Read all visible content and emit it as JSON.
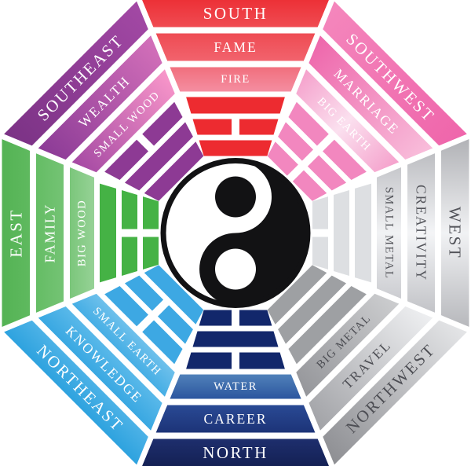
{
  "diagram": {
    "type": "feng-shui-bagua-octagon",
    "background_color": "#FFFFFF",
    "divider_color": "#FFFFFF",
    "center": {
      "symbol": "yin-yang",
      "dark_color": "#121214",
      "light_color": "#FFFFFF"
    },
    "rings": {
      "outer_meaning": "compass direction",
      "middle_meaning": "life aspiration",
      "inner_meaning": "element"
    },
    "directions": [
      {
        "id": "south",
        "angle_deg": 0,
        "text_rotation_deg": 0,
        "compass_label": "SOUTH",
        "aspiration_label": "FAME",
        "element_label": "FIRE",
        "trigram_icon": "trigram-li-fire",
        "trigram_lines_outer_to_inner": [
          "solid",
          "broken",
          "solid"
        ],
        "text_color": "#FFFFFF",
        "bands": {
          "outer": {
            "axis": "r",
            "stops": [
              "#EC2D33",
              "#F04E55"
            ]
          },
          "middle": {
            "axis": "r",
            "stops": [
              "#EE4950",
              "#F26570"
            ]
          },
          "inner": {
            "axis": "r",
            "stops": [
              "#F06B79",
              "#F591A5"
            ]
          },
          "trigram": "#ED2B30"
        }
      },
      {
        "id": "southwest",
        "angle_deg": 45,
        "text_rotation_deg": 45,
        "compass_label": "SOUTHWEST",
        "aspiration_label": "MARRIAGE",
        "element_label": "BIG EARTH",
        "trigram_icon": "trigram-kun-earth",
        "trigram_lines_outer_to_inner": [
          "broken",
          "broken",
          "broken"
        ],
        "text_color": "#FFFFFF",
        "bands": {
          "outer": {
            "axis": "t",
            "stops": [
              "#F486BC",
              "#EF66AB"
            ]
          },
          "middle": {
            "axis": "t",
            "stops": [
              "#EE68AC",
              "#F8BCDA"
            ]
          },
          "inner": {
            "axis": "t",
            "stops": [
              "#F5A3CD",
              "#FBE0EF",
              "#F5A3CD"
            ]
          },
          "trigram": "#F287BF"
        }
      },
      {
        "id": "west",
        "angle_deg": 90,
        "text_rotation_deg": 90,
        "compass_label": "WEST",
        "aspiration_label": "CREATIVITY",
        "element_label": "SMALL METAL",
        "trigram_icon": "trigram-dui-lake",
        "trigram_lines_outer_to_inner": [
          "solid",
          "solid",
          "broken"
        ],
        "text_color": "#54555B",
        "bands": {
          "outer": {
            "axis": "t",
            "stops": [
              "#B3B4B8",
              "#F1F2F4",
              "#B9BABE"
            ]
          },
          "middle": {
            "axis": "t",
            "stops": [
              "#BFC0C4",
              "#F4F5F7",
              "#C4C5C9"
            ]
          },
          "inner": {
            "axis": "t",
            "stops": [
              "#C8C9CD",
              "#F1F2F4",
              "#CDCED2"
            ]
          },
          "trigram": "#DDDFE2"
        }
      },
      {
        "id": "northwest",
        "angle_deg": 135,
        "text_rotation_deg": -45,
        "compass_label": "NORTHWEST",
        "aspiration_label": "TRAVEL",
        "element_label": "BIG METAL",
        "trigram_icon": "trigram-qian-heaven",
        "trigram_lines_outer_to_inner": [
          "solid",
          "solid",
          "solid"
        ],
        "text_color": "#4D4E54",
        "bands": {
          "outer": {
            "axis": "t",
            "stops": [
              "#E3E4E6",
              "#8F9094"
            ]
          },
          "middle": {
            "axis": "t",
            "stops": [
              "#EDEEF0",
              "#A3A4A8"
            ]
          },
          "inner": {
            "axis": "t",
            "stops": [
              "#CBCCCE",
              "#96979B"
            ]
          },
          "trigram": "#9EA0A3"
        }
      },
      {
        "id": "north",
        "angle_deg": 180,
        "text_rotation_deg": 0,
        "compass_label": "NORTH",
        "aspiration_label": "CAREER",
        "element_label": "WATER",
        "trigram_icon": "trigram-kan-water",
        "trigram_lines_outer_to_inner": [
          "broken",
          "solid",
          "broken"
        ],
        "text_color": "#FFFFFF",
        "bands": {
          "outer": {
            "axis": "r",
            "stops": [
              "#131F51",
              "#1F3070"
            ]
          },
          "middle": {
            "axis": "r",
            "stops": [
              "#1B3175",
              "#2B4C97"
            ]
          },
          "inner": {
            "axis": "r",
            "stops": [
              "#27519B",
              "#5586BD"
            ]
          },
          "trigram": "#12276B"
        }
      },
      {
        "id": "northeast",
        "angle_deg": 225,
        "text_rotation_deg": 45,
        "compass_label": "NORTHEAST",
        "aspiration_label": "KNOWLEDGE",
        "element_label": "SMALL EARTH",
        "trigram_icon": "trigram-gen-mountain",
        "trigram_lines_outer_to_inner": [
          "broken",
          "broken",
          "solid"
        ],
        "text_color": "#FFFFFF",
        "bands": {
          "outer": {
            "axis": "r",
            "stops": [
              "#2BA1DE",
              "#4FB3E7"
            ]
          },
          "middle": {
            "axis": "r",
            "stops": [
              "#36A6E1",
              "#5CBAEA"
            ]
          },
          "inner": {
            "axis": "r",
            "stops": [
              "#41ACE4",
              "#72C2EC"
            ]
          },
          "trigram": "#3DA8E3"
        }
      },
      {
        "id": "east",
        "angle_deg": 270,
        "text_rotation_deg": -90,
        "compass_label": "EAST",
        "aspiration_label": "FAMILY",
        "element_label": "BIG WOOD",
        "trigram_icon": "trigram-zhen-thunder",
        "trigram_lines_outer_to_inner": [
          "solid",
          "broken",
          "broken"
        ],
        "text_color": "#FFFFFF",
        "bands": {
          "outer": {
            "axis": "r",
            "stops": [
              "#53B253",
              "#60BA60"
            ]
          },
          "middle": {
            "axis": "r",
            "stops": [
              "#63BC63",
              "#76C476"
            ]
          },
          "inner": {
            "axis": "r",
            "stops": [
              "#78C578",
              "#99D399"
            ]
          },
          "trigram": "#45B245"
        }
      },
      {
        "id": "southeast",
        "angle_deg": 315,
        "text_rotation_deg": -45,
        "compass_label": "SOUTHEAST",
        "aspiration_label": "WEALTH",
        "element_label": "SMALL WOOD",
        "trigram_icon": "trigram-xun-wind",
        "trigram_lines_outer_to_inner": [
          "broken",
          "solid",
          "solid"
        ],
        "text_color": "#FFFFFF",
        "bands": {
          "outer": {
            "axis": "t",
            "stops": [
              "#7C3386",
              "#A248A4"
            ]
          },
          "middle": {
            "axis": "t",
            "stops": [
              "#8D3C97",
              "#D26FB9"
            ]
          },
          "inner": {
            "axis": "t",
            "stops": [
              "#A74BA4",
              "#F795C9"
            ]
          },
          "trigram": "#8D3A94"
        }
      }
    ]
  }
}
